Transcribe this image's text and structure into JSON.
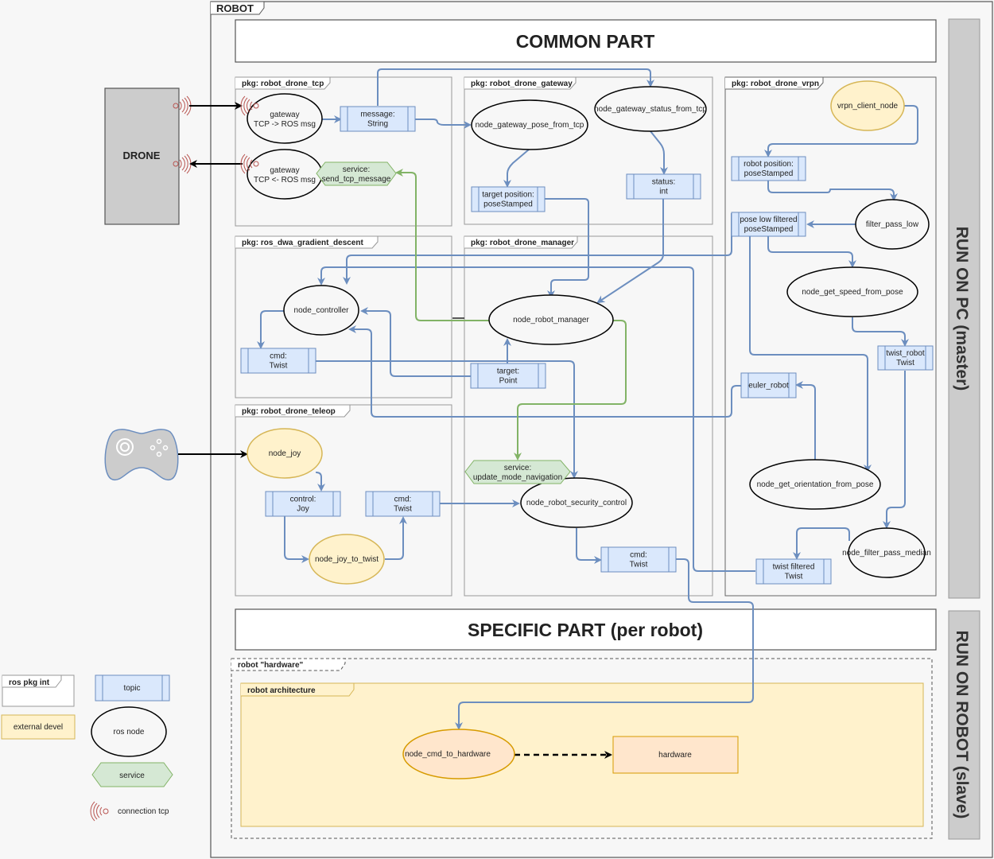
{
  "colors": {
    "background": "#f7f7f7",
    "topic_fill": "#dae8fc",
    "topic_stroke": "#6c8ebf",
    "service_fill": "#d5e8d4",
    "service_stroke": "#82b366",
    "external_fill": "#fff2cc",
    "external_stroke": "#d6b656",
    "hardware_fill": "#ffe6cc",
    "hardware_stroke": "#d79b00",
    "edge_blue": "#6c8ebf",
    "edge_green": "#82b366",
    "tcp_icon": "#b85450",
    "side_panel": "#cccccc"
  },
  "frame": {
    "title": "ROBOT"
  },
  "headers": {
    "common": "COMMON PART",
    "specific": "SPECIFIC PART (per robot)",
    "run_pc": "RUN ON PC (master)",
    "run_robot": "RUN ON ROBOT (slave)"
  },
  "drone": {
    "label": "DRONE"
  },
  "packages": {
    "tcp": "pkg: robot_drone_tcp",
    "gateway": "pkg: robot_drone_gateway",
    "vrpn": "pkg: robot_drone_vrpn",
    "dwa": "pkg: ros_dwa_gradient_descent",
    "manager": "pkg: robot_drone_manager",
    "teleop": "pkg: robot_drone_teleop",
    "hardware": "robot \"hardware\"",
    "architecture": "robot architecture"
  },
  "nodes": {
    "gateway_in": [
      "gateway",
      "TCP -> ROS msg"
    ],
    "gateway_out": [
      "gateway",
      "TCP <- ROS msg"
    ],
    "pose_from_tcp": "node_gateway_pose_from_tcp",
    "status_from_tcp": "node_gateway_status_from_tcp",
    "vrpn_client": "vrpn_client_node",
    "filter_pass_low": "filter_pass_low",
    "speed_from_pose": "node_get_speed_from_pose",
    "orientation_from_pose": "node_get_orientation_from_pose",
    "filter_pass_median": "node_filter_pass_median",
    "controller": "node_controller",
    "robot_manager": "node_robot_manager",
    "joy": "node_joy",
    "joy_to_twist": "node_joy_to_twist",
    "security_control": "node_robot_security_control",
    "cmd_to_hardware": "node_cmd_to_hardware",
    "hardware": "hardware"
  },
  "topics": {
    "message": [
      "message:",
      "String"
    ],
    "target_position": [
      "target position:",
      "poseStamped"
    ],
    "status": [
      "status:",
      "int"
    ],
    "robot_position": [
      "robot position:",
      "poseStamped"
    ],
    "pose_low_filtered": [
      "pose low filtered",
      "poseStamped"
    ],
    "twist_robot": [
      "twist_robot",
      "Twist"
    ],
    "euler_robot": [
      "euler_robot"
    ],
    "twist_filtered": [
      "twist filtered",
      "Twist"
    ],
    "dwa_cmd": [
      "cmd:",
      "Twist"
    ],
    "target_point": [
      "target:",
      "Point"
    ],
    "control_joy": [
      "control:",
      "Joy"
    ],
    "teleop_cmd": [
      "cmd:",
      "Twist"
    ],
    "security_cmd": [
      "cmd:",
      "Twist"
    ]
  },
  "services": {
    "send_tcp": [
      "service:",
      "send_tcp_message"
    ],
    "update_mode": [
      "service:",
      "update_mode_navigation"
    ]
  },
  "legend": {
    "pkg": "ros pkg int",
    "topic": "topic",
    "external": "external devel",
    "node": "ros node",
    "service": "service",
    "tcp": "connection tcp"
  }
}
